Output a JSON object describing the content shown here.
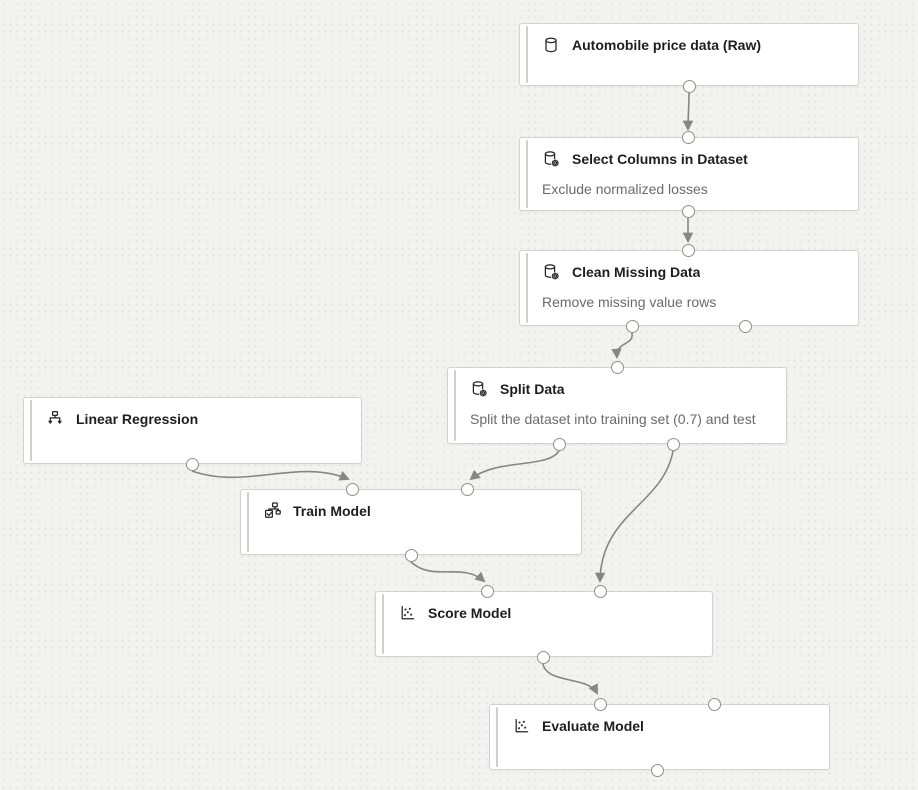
{
  "canvas": {
    "type": "ml-pipeline-designer-graph",
    "background_color": "#f2f2f1",
    "node_border_color": "#d2d1d0",
    "edge_color": "#878685",
    "port_border_color": "#8f8e8d"
  },
  "nodes": [
    {
      "title": "Automobile price data (Raw)",
      "subtitle": "",
      "icon": "database-icon"
    },
    {
      "title": "Select Columns in Dataset",
      "subtitle": "Exclude normalized losses",
      "icon": "database-gear-icon"
    },
    {
      "title": "Clean Missing Data",
      "subtitle": "Remove missing value rows",
      "icon": "database-gear-icon"
    },
    {
      "title": "Split Data",
      "subtitle": "Split the dataset into training set (0.7) and test",
      "icon": "database-gear-icon"
    },
    {
      "title": "Linear Regression",
      "subtitle": "",
      "icon": "hierarchy-arrows-icon"
    },
    {
      "title": "Train Model",
      "subtitle": "",
      "icon": "trained-model-check-icon"
    },
    {
      "title": "Score Model",
      "subtitle": "",
      "icon": "scatter-plot-icon"
    },
    {
      "title": "Evaluate Model",
      "subtitle": "",
      "icon": "scatter-plot-icon"
    }
  ],
  "edges": [
    {
      "from": "Automobile price data (Raw)",
      "to": "Select Columns in Dataset"
    },
    {
      "from": "Select Columns in Dataset",
      "to": "Clean Missing Data"
    },
    {
      "from": "Clean Missing Data",
      "to": "Split Data"
    },
    {
      "from": "Split Data",
      "to": "Train Model"
    },
    {
      "from": "Split Data",
      "to": "Score Model"
    },
    {
      "from": "Linear Regression",
      "to": "Train Model"
    },
    {
      "from": "Train Model",
      "to": "Score Model"
    },
    {
      "from": "Score Model",
      "to": "Evaluate Model"
    }
  ]
}
